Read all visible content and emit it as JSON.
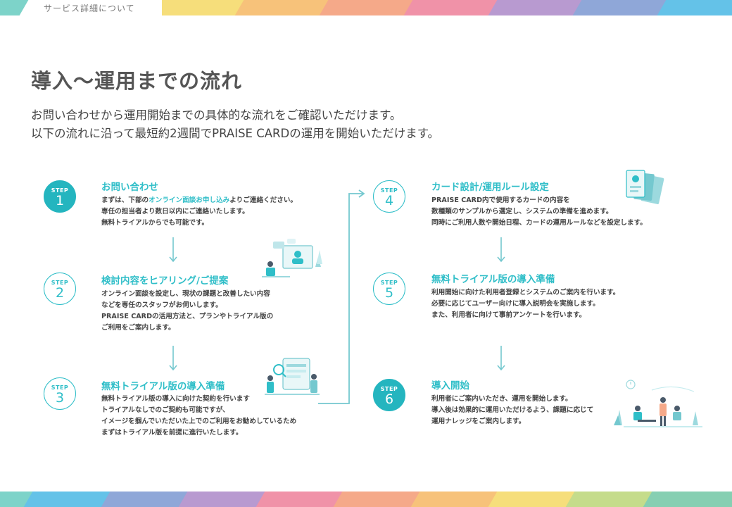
{
  "header": {
    "tab_label": "サービス詳細について"
  },
  "title": "導入〜運用までの流れ",
  "lead_lines": [
    "お問い合わせから運用開始までの具体的な流れをご確認いただけます。",
    "以下の流れに沿って最短約2週間でPRAISE CARDの運用を開始いただけます。"
  ],
  "colors": {
    "accent": "#2fbec8",
    "stripes": [
      "#7dd3c9",
      "#64c2e8",
      "#8fa7d8",
      "#b89ad0",
      "#f092a8",
      "#f5a989",
      "#f7c27a",
      "#f6de7b",
      "#c5dc8b",
      "#86cfb2"
    ]
  },
  "steps": [
    {
      "label": "STEP",
      "number": "1",
      "title": "お問い合わせ",
      "line1_pre": "まずは、下部の",
      "line1_link": "オンライン面談お申し込み",
      "line1_post": "よりご連絡ください。",
      "lines": [
        "専任の担当者より数日以内にご連絡いたします。",
        "無料トライアルからでも可能です。"
      ]
    },
    {
      "label": "STEP",
      "number": "2",
      "title": "検討内容をヒアリング/ご提案",
      "lines": [
        "オンライン面談を設定し、現状の課題と改善したい内容",
        "などを専任のスタッフがお伺いします。",
        "PRAISE CARDの活用方法と、プランやトライアル版の",
        "ご利用をご案内します。"
      ]
    },
    {
      "label": "STEP",
      "number": "3",
      "title": "無料トライアル版の導入準備",
      "lines": [
        "無料トライアル版の導入に向けた契約を行います",
        "トライアルなしでのご契約も可能ですが、",
        "イメージを掴んでいただいた上でのご利用をお勧めしているため",
        "まずはトライアル版を前提に進行いたします。"
      ]
    },
    {
      "label": "STEP",
      "number": "4",
      "title": "カード設計/運用ルール設定",
      "lines": [
        "PRAISE CARD内で使用するカードの内容を",
        "数種類のサンプルから選定し、システムの準備を進めます。",
        "同時にご利用人数や開始日程、カードの運用ルールなどを設定します。"
      ]
    },
    {
      "label": "STEP",
      "number": "5",
      "title": "無料トライアル版の導入準備",
      "lines": [
        "利用開始に向けた利用者登録とシステムのご案内を行います。",
        "必要に応じてユーザー向けに導入説明会を実施します。",
        "また、利用者に向けて事前アンケートを行います。"
      ]
    },
    {
      "label": "STEP",
      "number": "6",
      "title": "導入開始",
      "lines": [
        "利用者にご案内いただき、運用を開始します。",
        "導入後は効果的に運用いただけるよう、課題に応じて",
        "運用ナレッジをご案内します。"
      ]
    }
  ]
}
